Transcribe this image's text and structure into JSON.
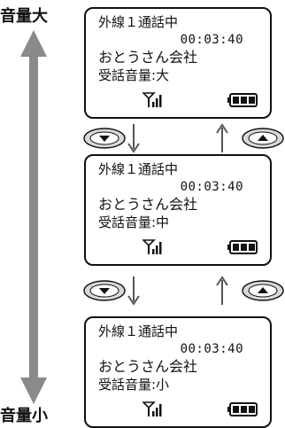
{
  "volume_labels": {
    "top": "音量大",
    "bottom": "音量小"
  },
  "screens": [
    {
      "line": "外線１通話中",
      "time": "00:03:40",
      "caller": "おとうさん会社",
      "volume_text": "受話音量:大"
    },
    {
      "line": "外線１通話中",
      "time": "00:03:40",
      "caller": "おとうさん会社",
      "volume_text": "受話音量:中"
    },
    {
      "line": "外線１通話中",
      "time": "00:03:40",
      "caller": "おとうさん会社",
      "volume_text": "受話音量:小"
    }
  ],
  "icons": {
    "volume_arrow": "double-headed-arrow-icon",
    "volume_down_key": "volume-down-key-icon",
    "volume_up_key": "volume-up-key-icon",
    "signal": "antenna-signal-icon",
    "battery": "battery-full-icon",
    "step_down": "arrow-down-icon",
    "step_up": "arrow-up-icon"
  },
  "colors": {
    "arrow_gray": "#8a8a8a",
    "outline": "#111111",
    "key_fill": "#d8d8d8"
  }
}
